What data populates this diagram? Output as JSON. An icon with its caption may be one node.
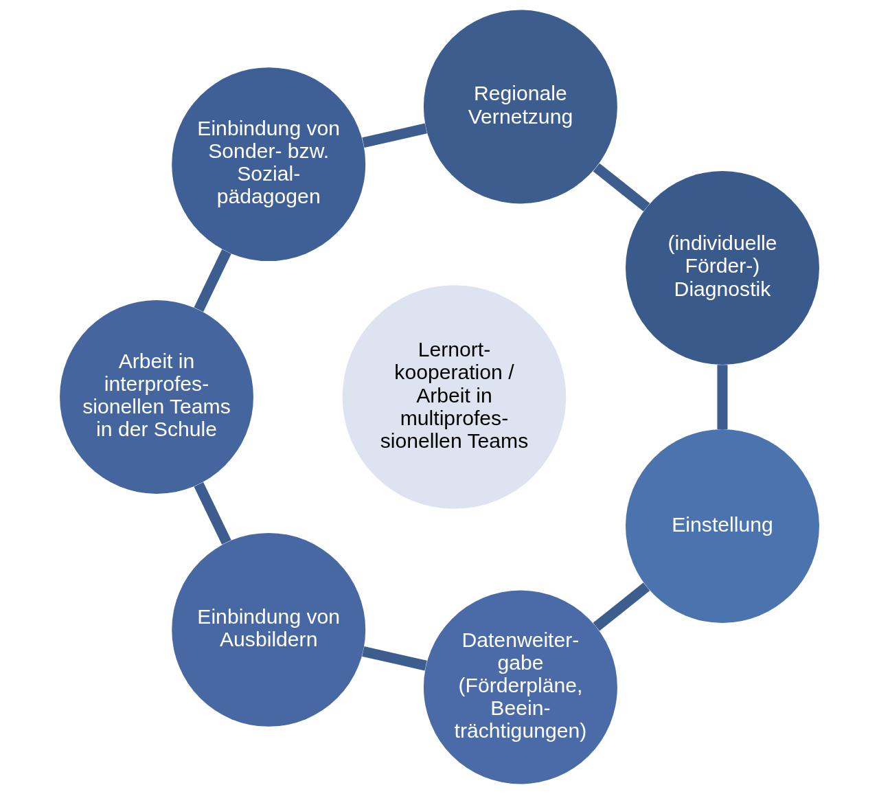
{
  "diagram": {
    "nodes": [
      {
        "text": [
          "(individuelle Förder-) Diagnostik"
        ]
      },
      {
        "text": [
          "Regionale Vernetzung"
        ]
      },
      {
        "text": [
          "Einbindung von Sonder- bzw. Sozial- pädagogen"
        ]
      },
      {
        "text": [
          "Arbeit in interprofes- sionellen Teams in der Schule"
        ]
      },
      {
        "text": [
          "Einbindung von Ausbildern"
        ]
      },
      {
        "text": [
          "Datenweiter- gabe (Förderpläne, Beein- trächtigungen)"
        ]
      },
      {
        "text": [
          "Einstellung"
        ]
      },
      {
        "text": [
          "Lernort- kooperation / Arbeit in multiprofes- sionellen Teams"
        ]
      }
    ],
    "edges": [
      {
        "from": 0,
        "to": 1,
        "arrow": "none"
      },
      {
        "from": 1,
        "to": 2,
        "arrow": "none"
      },
      {
        "from": 2,
        "to": 3,
        "arrow": "none"
      },
      {
        "from": 3,
        "to": 4,
        "arrow": "none"
      },
      {
        "from": 4,
        "to": 5,
        "arrow": "none"
      },
      {
        "from": 5,
        "to": 6,
        "arrow": "none"
      },
      {
        "from": 6,
        "to": 0,
        "arrow": "none"
      }
    ]
  }
}
